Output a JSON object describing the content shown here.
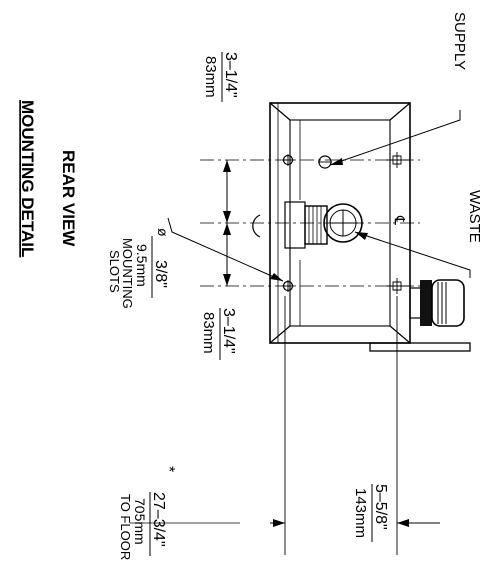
{
  "title": {
    "line1": "REAR VIEW",
    "line2": "MOUNTING DETAIL"
  },
  "labels": {
    "supply": "SUPPLY",
    "waste": "WASTE",
    "centerline": "℄"
  },
  "dimensions": {
    "top_spacing": {
      "fraction": "3–1/4\"",
      "metric": "83mm"
    },
    "mid_spacing": {
      "fraction": "3–1/4\"",
      "metric": "83mm"
    },
    "slot": {
      "symbol": "ø",
      "fraction": "3/8\"",
      "metric": "9.5mm",
      "note1": "MOUNTING",
      "note2": "SLOTS"
    },
    "right_offset": {
      "fraction": "5–5/8\"",
      "metric": "143mm"
    },
    "floor": {
      "asterisk": "*",
      "fraction": "27–3/4\"",
      "metric": "705mm",
      "note": "TO FLOOR"
    }
  }
}
